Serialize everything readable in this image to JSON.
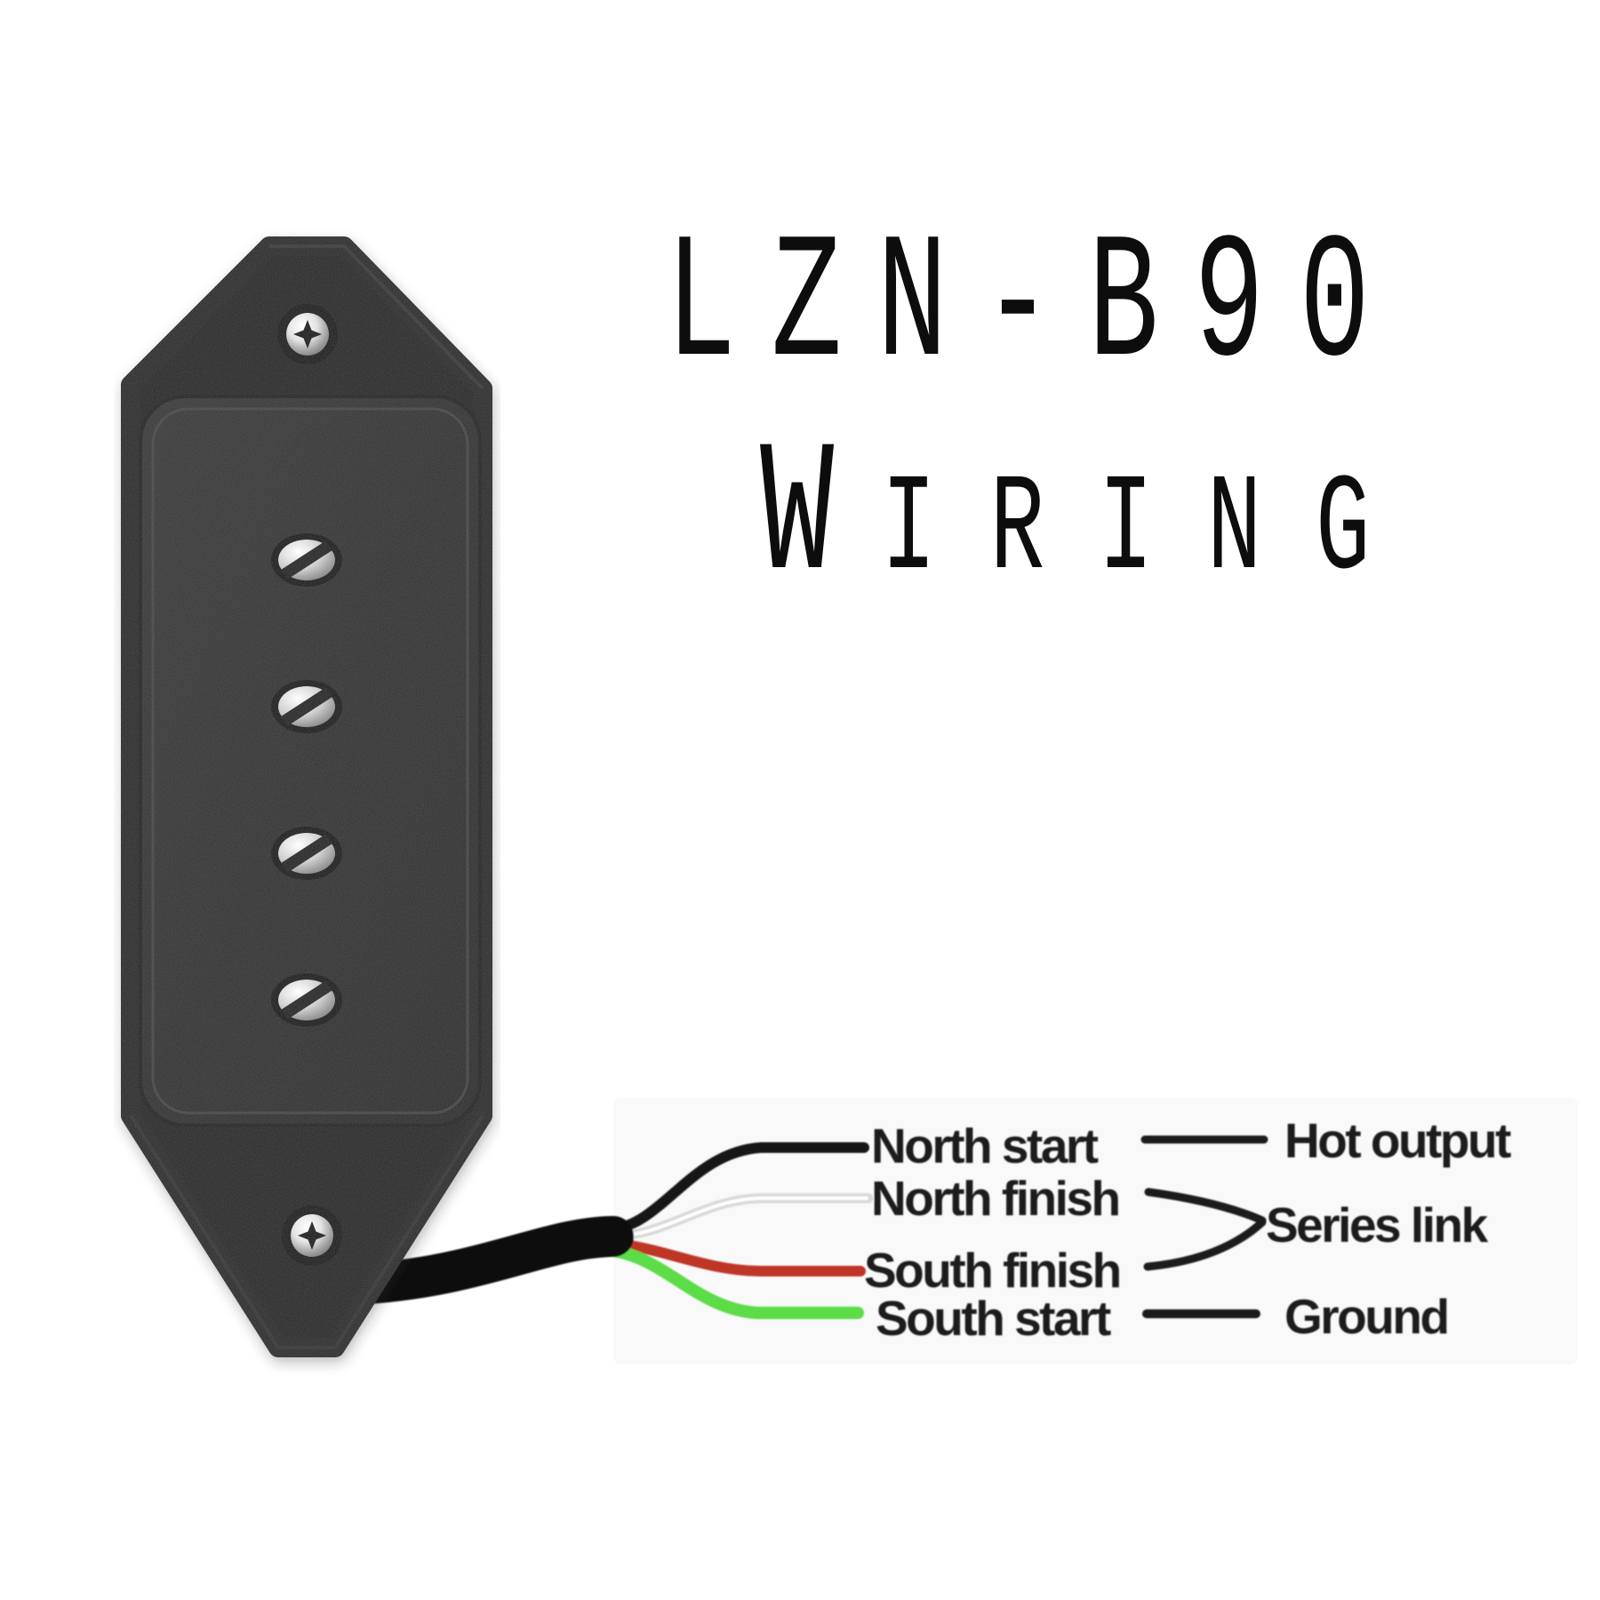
{
  "page": {
    "background": "#ffffff"
  },
  "title": {
    "line1": "LZN-B90",
    "line2_initial": "W",
    "line2_rest": "IRING",
    "color": "#0d0d0d"
  },
  "pickup": {
    "description": "black dog-ear guitar pickup photo",
    "body_color": "#2f2f2f",
    "base_color": "#262626",
    "bevel_color": "#4a4a4a",
    "pole_screw_count": 4,
    "mounting_screw_count": 2
  },
  "wiring": {
    "cable_color": "#0d0d0d",
    "text_color": "#1e1e1e",
    "line_color": "#1c1c1c",
    "wires": [
      {
        "label": "North start",
        "color": "#161616"
      },
      {
        "label": "North finish",
        "color": "#d9d9d9",
        "core_color": "#ffffff"
      },
      {
        "label": "South finish",
        "color": "#bf3428"
      },
      {
        "label": "South start",
        "color": "#5bdc47"
      }
    ],
    "terminals": [
      {
        "label": "Hot output"
      },
      {
        "label": "Series link"
      },
      {
        "label": "Ground"
      }
    ]
  }
}
